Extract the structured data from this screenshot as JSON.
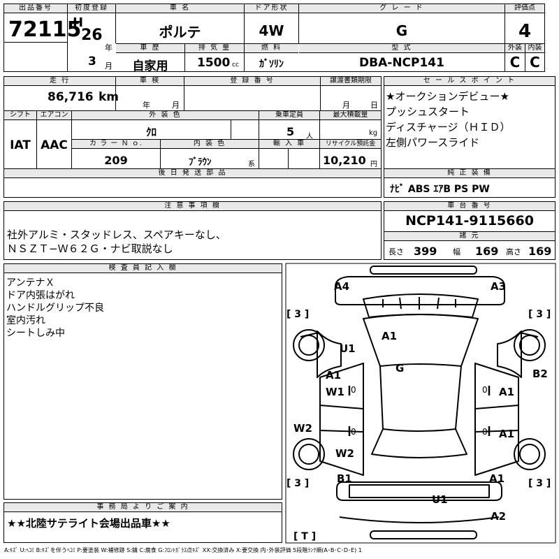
{
  "header": {
    "lot_no_label": "出品番号",
    "lot_no": "72115",
    "first_reg_label": "初度登録",
    "era": "H",
    "year": "26",
    "year_unit": "年",
    "month": "3",
    "month_unit": "月",
    "car_name_label": "車 名",
    "car_name": "ポルテ",
    "door_label": "ドア形状",
    "door": "4W",
    "grade_label": "グ レ ー ド",
    "grade": "G",
    "score_label": "評価点",
    "score": "4",
    "history_label": "車 歴",
    "history": "自家用",
    "displacement_label": "排 気 量",
    "displacement": "1500",
    "displacement_unit": "cc",
    "fuel_label": "燃 料",
    "fuel": "ｶﾞｿﾘﾝ",
    "model_label": "型 式",
    "model": "DBA-NCP141",
    "ext_label": "外装",
    "ext": "C",
    "int_label": "内装",
    "int": "C"
  },
  "row2": {
    "mileage_label": "走 行",
    "mileage": "86,716",
    "mileage_unit": "km",
    "inspection_label": "車 検",
    "insp_year_unit": "年",
    "insp_month_unit": "月",
    "plate_label": "登 録 番 号",
    "transfer_label": "譲渡書類期限",
    "tr_month_unit": "月",
    "tr_day_unit": "日",
    "shift_label": "シフト",
    "shift": "IAT",
    "aircon_label": "エアコン",
    "aircon": "AAC",
    "ext_color_label": "外 装 色",
    "ext_color": "ｸﾛ",
    "capacity_label": "乗車定員",
    "capacity": "5",
    "capacity_unit": "人",
    "load_label": "最大積載量",
    "load_unit": "kg",
    "color_no_label": "カ ラ ー Ｎ ｏ.",
    "color_no": "209",
    "int_color_label": "内 装 色",
    "int_color": "ﾌﾞﾗｳﾝ",
    "int_color_suffix": "系",
    "import_label": "輸 入 車",
    "recycle_label": "リサイクル預託金",
    "recycle": "10,210",
    "recycle_unit": "円",
    "later_label": "後 日 発 送 部 品"
  },
  "sales_points": {
    "label": "セ ー ル ス ポ イ ン ト",
    "items": [
      "★オークションデビュー★",
      "プッシュスタート",
      "ディスチャージ（ＨＩＤ）",
      "左側パワースライド"
    ]
  },
  "equipment": {
    "label": "純 正 装 備",
    "value": "ﾅﾋﾞ ABS ｴｱB PS PW"
  },
  "notes": {
    "label": "注 意 事 項 欄",
    "lines": [
      "社外アルミ・スタッドレス、スペアキーなし、",
      "ＮＳＺＴ−Ｗ６２Ｇ・ナビ取説なし"
    ]
  },
  "chassis": {
    "label": "車 台 番 号",
    "value": "NCP141-9115660",
    "spec_label": "諸 元",
    "length_label": "長さ",
    "length": "399",
    "width_label": "幅",
    "width": "169",
    "height_label": "高さ",
    "height": "169"
  },
  "inspector": {
    "label": "検 査 員 記 入 欄",
    "lines": [
      "アンテナＸ",
      "ドア内張はがれ",
      "ハンドルグリップ不良",
      "室内汚れ",
      "シートしみ中"
    ]
  },
  "office": {
    "label": "事 務 局 よ り ご 案 内",
    "value": "★★北陸サテライト会場出品車★★"
  },
  "diagram": {
    "marks": {
      "a4": "A4",
      "a3": "A3",
      "a1_roof": "A1",
      "u1_left": "U1",
      "g": "G",
      "a1_left": "A1",
      "w1": "W1",
      "b2": "B2",
      "a1_r1": "A1",
      "a1_r2": "A1",
      "w2_left": "W2",
      "w2": "W2",
      "b1": "B1",
      "a1_rear": "A1",
      "u1_bottom": "U1",
      "a2": "A2"
    },
    "zero": "0",
    "tires": {
      "fl": "[ 3 ]",
      "fr": "[ 3 ]",
      "rl": "[ 3 ]",
      "rr": "[ 3 ]",
      "spare": "[ T ]"
    }
  },
  "legend": "A:ｷｽﾞ U:ﾍｺﾐ B:ｷｽﾞを伴うﾍｺﾐ P:要塗装 W:補修跡 S:錆 C:腐食 G:ﾌﾛﾝﾄｶﾞﾗｽ点ｷｽﾞ XX:交換済み X:要交換 内･外装評価 5段階ﾗﾝｸ順(A･B･C･D･E) 1"
}
